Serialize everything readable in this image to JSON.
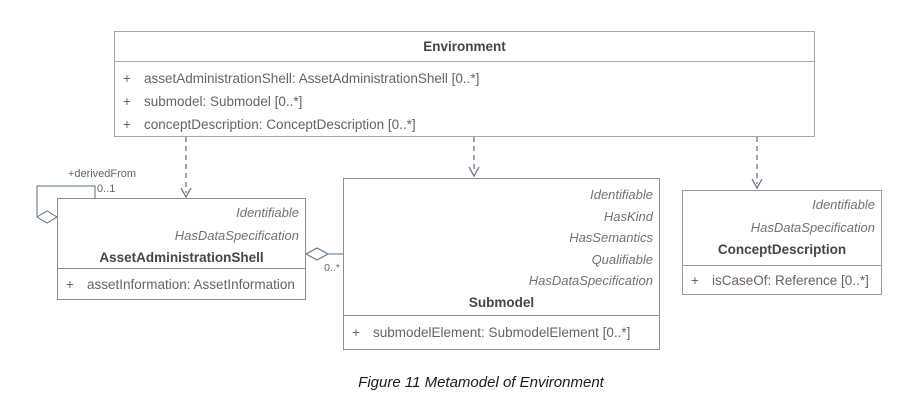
{
  "caption": "Figure 11 Metamodel of Environment",
  "colors": {
    "connector": "#5d6b85",
    "environment_border": "#b2a2a2",
    "class_border": "#8e8e8e",
    "attribute_text": "#6e6060",
    "class_name_text": "#4c4444",
    "stereotype_text": "#767070"
  },
  "classes": {
    "environment": {
      "name": "Environment",
      "attributes": [
        {
          "visibility": "+",
          "text": "assetAdministrationShell: AssetAdministrationShell [0..*]"
        },
        {
          "visibility": "+",
          "text": "submodel: Submodel [0..*]"
        },
        {
          "visibility": "+",
          "text": "conceptDescription: ConceptDescription [0..*]"
        }
      ]
    },
    "asset_administration_shell": {
      "stereotypes": [
        "Identifiable",
        "HasDataSpecification"
      ],
      "name": "AssetAdministrationShell",
      "attributes": [
        {
          "visibility": "+",
          "text": "assetInformation: AssetInformation"
        }
      ]
    },
    "submodel": {
      "stereotypes": [
        "Identifiable",
        "HasKind",
        "HasSemantics",
        "Qualifiable",
        "HasDataSpecification"
      ],
      "name": "Submodel",
      "attributes": [
        {
          "visibility": "+",
          "text": "submodelElement: SubmodelElement [0..*]"
        }
      ]
    },
    "concept_description": {
      "stereotypes": [
        "Identifiable",
        "HasDataSpecification"
      ],
      "name": "ConceptDescription",
      "attributes": [
        {
          "visibility": "+",
          "text": "isCaseOf: Reference [0..*]"
        }
      ]
    }
  },
  "relations": {
    "derived_from": {
      "label": "+derivedFrom",
      "multiplicity": "0..1"
    },
    "submodel_aggregation": {
      "multiplicity": "0..*"
    }
  }
}
